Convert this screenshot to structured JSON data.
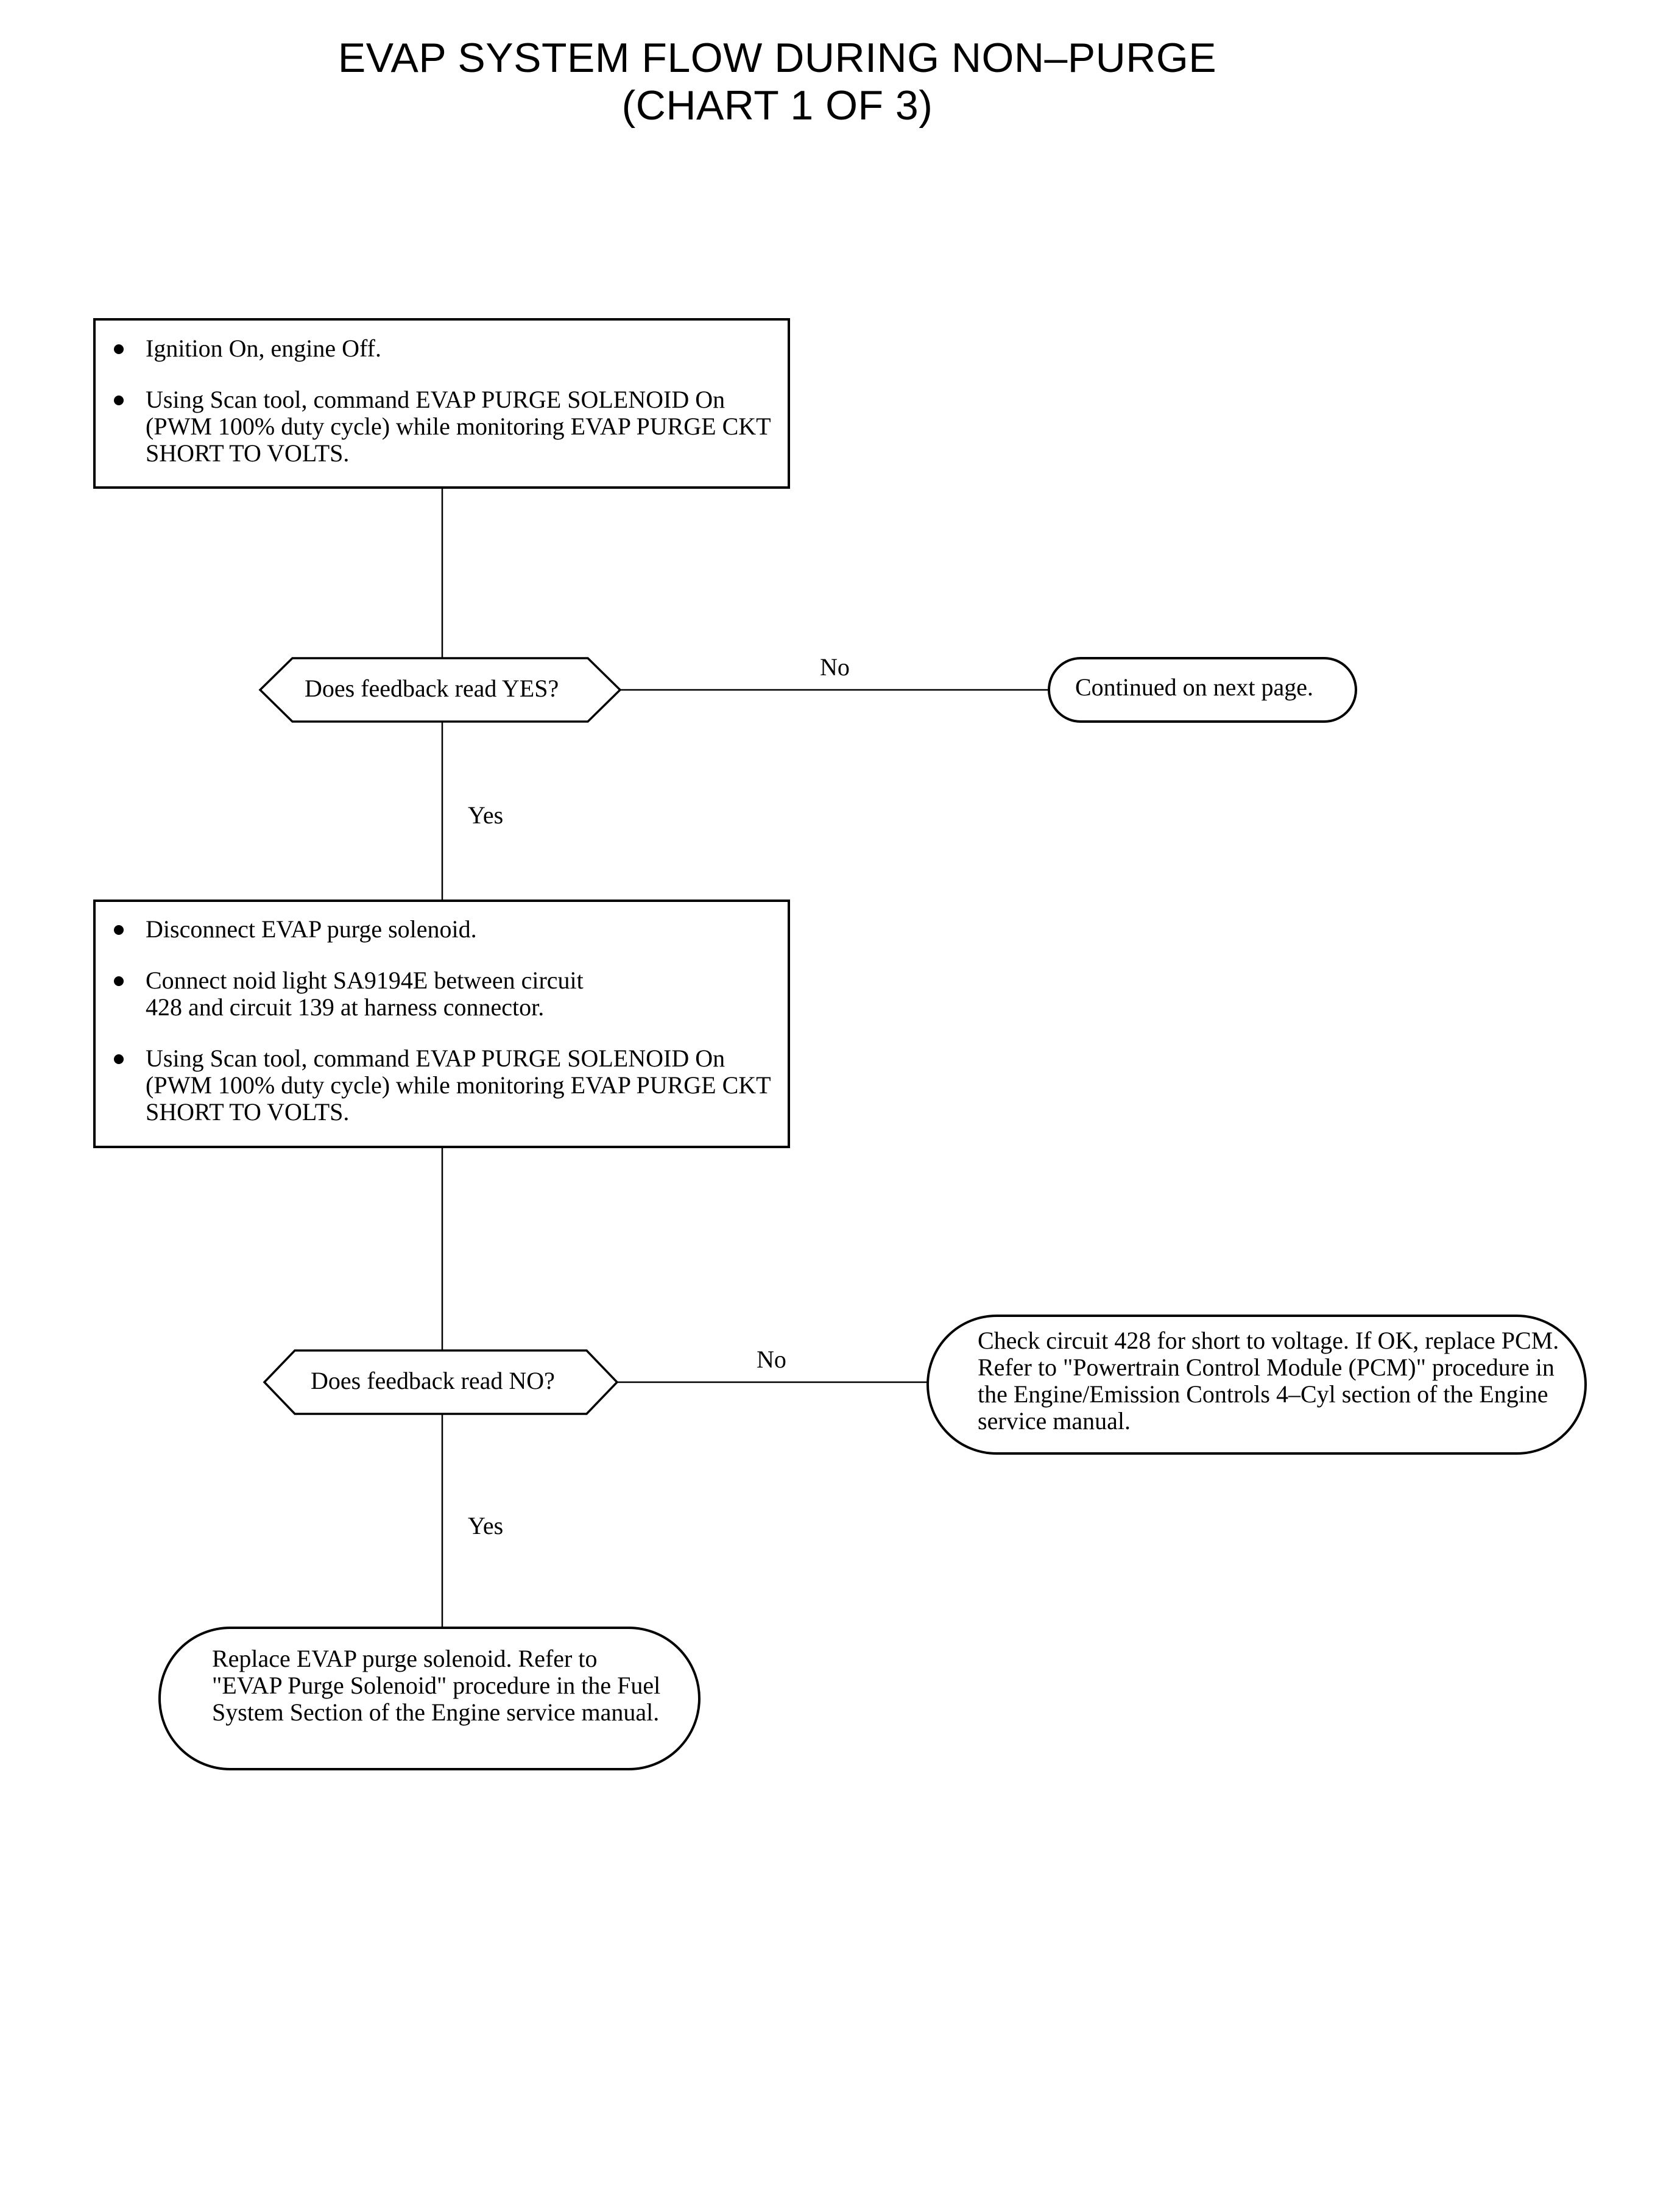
{
  "title": {
    "line1": "EVAP SYSTEM FLOW DURING NON–PURGE",
    "line2": "(CHART 1 OF 3)"
  },
  "steps": [
    {
      "bullets": [
        "Ignition On, engine Off.",
        "Using Scan tool, command EVAP PURGE SOLENOID On (PWM 100% duty cycle) while monitoring EVAP PURGE CKT SHORT TO VOLTS."
      ]
    },
    {
      "bullets": [
        "Disconnect EVAP purge solenoid.",
        "Connect noid light SA9194E between circuit 428 and circuit 139 at harness connector.",
        "Using Scan tool, command EVAP PURGE SOLENOID On (PWM 100% duty cycle) while monitoring EVAP PURGE CKT SHORT TO VOLTS."
      ]
    }
  ],
  "decisions": [
    {
      "question": "Does feedback read YES?",
      "no_label": "No",
      "yes_label": "Yes"
    },
    {
      "question": "Does feedback read NO?",
      "no_label": "No",
      "yes_label": "Yes"
    }
  ],
  "terminals": {
    "continued": "Continued on next page.",
    "check_circuit": "Check circuit 428 for short to voltage. If OK, replace PCM. Refer to \"Powertrain Control Module (PCM)\" procedure in the Engine/Emission Controls 4–Cyl section of the Engine service manual.",
    "replace_solenoid": "Replace EVAP purge solenoid. Refer to \"EVAP Purge Solenoid\" procedure in the Fuel System Section of the Engine service manual."
  }
}
